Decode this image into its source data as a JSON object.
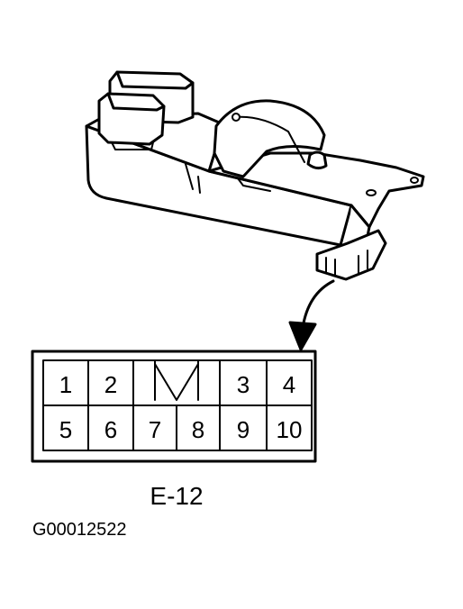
{
  "connector": {
    "id": "E-12",
    "top_row": [
      "1",
      "2",
      "3",
      "4"
    ],
    "bottom_row": [
      "5",
      "6",
      "7",
      "8",
      "9",
      "10"
    ]
  },
  "figure_code": "G00012522",
  "colors": {
    "ink": "#000000",
    "paper": "#ffffff",
    "shade": "#e0e0e0"
  }
}
